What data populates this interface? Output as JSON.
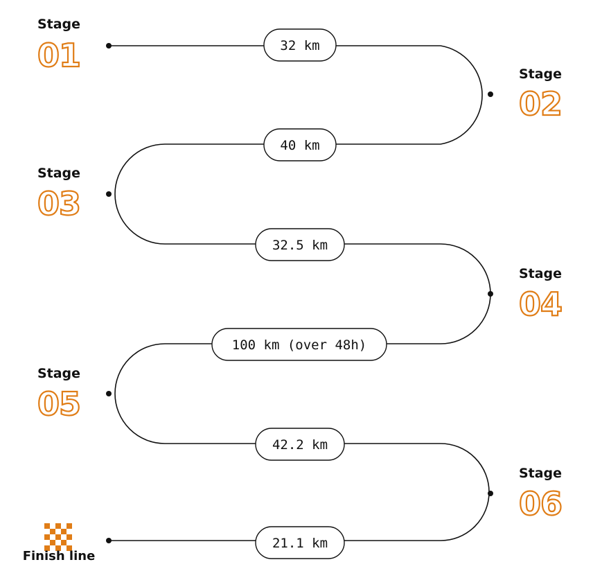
{
  "colors": {
    "accent": "#e07d17",
    "line": "#111111",
    "flag_light": "#ffffff"
  },
  "stages": [
    {
      "label": "Stage",
      "number": "01"
    },
    {
      "label": "Stage",
      "number": "02"
    },
    {
      "label": "Stage",
      "number": "03"
    },
    {
      "label": "Stage",
      "number": "04"
    },
    {
      "label": "Stage",
      "number": "05"
    },
    {
      "label": "Stage",
      "number": "06"
    }
  ],
  "segments": [
    {
      "distance": "32 km"
    },
    {
      "distance": "40 km"
    },
    {
      "distance": "32.5 km"
    },
    {
      "distance": "100 km (over 48h)"
    },
    {
      "distance": "42.2 km"
    },
    {
      "distance": "21.1 km"
    }
  ],
  "finish": {
    "label": "Finish line",
    "icon": "checkered-flag-icon"
  }
}
